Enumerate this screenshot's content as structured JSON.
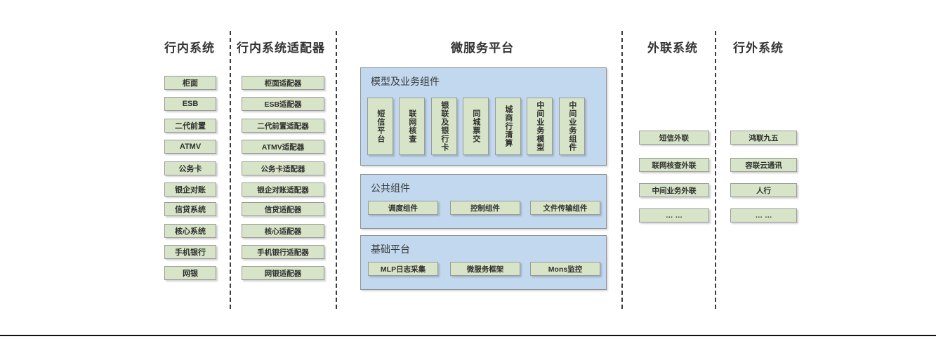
{
  "diagram": {
    "title_row": {
      "columns": [
        {
          "key": "internal",
          "label": "行内系统"
        },
        {
          "key": "internal_adapter",
          "label": "行内系统适配器"
        },
        {
          "key": "microservice",
          "label": "微服务平台"
        },
        {
          "key": "external_link",
          "label": "外联系统"
        },
        {
          "key": "outside_bank",
          "label": "行外系统"
        }
      ]
    },
    "colors": {
      "node_fill": "#d7e4c7",
      "node_border": "#9a9a9a",
      "panel_fill": "#c2d8ee",
      "panel_border": "#8f9194",
      "divider": "#3b3b3b",
      "text": "#2f2f2f",
      "title_text": "#333333",
      "rule": "#111111",
      "background": "#ffffff"
    },
    "columns": {
      "internal": {
        "title": "行内系统",
        "items": [
          {
            "label": "柜面"
          },
          {
            "label": "ESB"
          },
          {
            "label": "二代前置"
          },
          {
            "label": "ATMV"
          },
          {
            "label": "公务卡"
          },
          {
            "label": "银企对账"
          },
          {
            "label": "信贷系统"
          },
          {
            "label": "核心系统"
          },
          {
            "label": "手机银行"
          },
          {
            "label": "网银"
          }
        ]
      },
      "internal_adapter": {
        "title": "行内系统适配器",
        "items": [
          {
            "label": "柜面适配器"
          },
          {
            "label": "ESB适配器"
          },
          {
            "label": "二代前置适配器"
          },
          {
            "label": "ATMV适配器"
          },
          {
            "label": "公务卡适配器"
          },
          {
            "label": "银企对账适配器"
          },
          {
            "label": "信贷适配器"
          },
          {
            "label": "核心适配器"
          },
          {
            "label": "手机银行适配器"
          },
          {
            "label": "网银适配器"
          }
        ]
      },
      "external_link": {
        "title": "外联系统",
        "items": [
          {
            "label": "短信外联"
          },
          {
            "label": "联网核查外联"
          },
          {
            "label": "中间业务外联"
          },
          {
            "label": "… …"
          }
        ]
      },
      "outside_bank": {
        "title": "行外系统",
        "items": [
          {
            "label": "鸿联九五"
          },
          {
            "label": "容联云通讯"
          },
          {
            "label": "人行"
          },
          {
            "label": "… …"
          }
        ]
      }
    },
    "microservice": {
      "title": "微服务平台",
      "panels": [
        {
          "key": "model_business",
          "title": "模型及业务组件",
          "orientation": "vertical",
          "items": [
            {
              "label": "短信平台"
            },
            {
              "label": "联网核查"
            },
            {
              "label": "银联及银行卡"
            },
            {
              "label": "同城票交"
            },
            {
              "label": "城商行清算"
            },
            {
              "label": "中间业务模型"
            },
            {
              "label": "中间业务组件"
            }
          ]
        },
        {
          "key": "public_components",
          "title": "公共组件",
          "orientation": "horizontal",
          "items": [
            {
              "label": "调度组件"
            },
            {
              "label": "控制组件"
            },
            {
              "label": "文件传输组件"
            }
          ]
        },
        {
          "key": "base_platform",
          "title": "基础平台",
          "orientation": "horizontal",
          "items": [
            {
              "label": "MLP日志采集"
            },
            {
              "label": "微服务框架"
            },
            {
              "label": "Mons监控"
            }
          ]
        }
      ]
    }
  }
}
